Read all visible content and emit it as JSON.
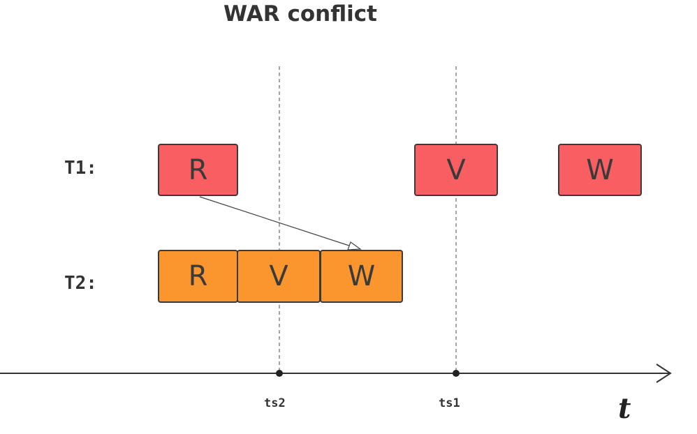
{
  "title": "WAR conflict",
  "rows": {
    "t1": {
      "label": "T1:",
      "fill": "#f95e62",
      "ops": [
        {
          "label": "R"
        },
        {
          "label": "V"
        },
        {
          "label": "W"
        }
      ]
    },
    "t2": {
      "label": "T2:",
      "fill": "#fb962f",
      "ops": [
        {
          "label": "R"
        },
        {
          "label": "V"
        },
        {
          "label": "W"
        }
      ]
    }
  },
  "timestamps": {
    "ts2": "ts2",
    "ts1": "ts1"
  },
  "axis": {
    "label": "t"
  },
  "colors": {
    "line": "#333333",
    "dashed": "#888888",
    "t1_fill": "#f95e62",
    "t2_fill": "#fb962f"
  }
}
